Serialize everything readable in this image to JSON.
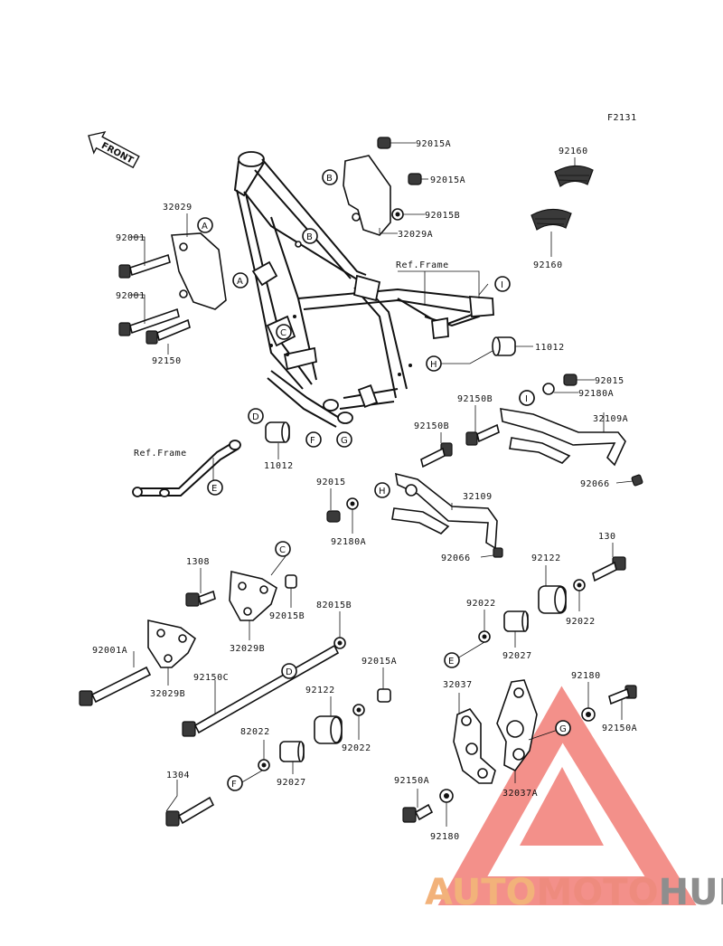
{
  "figure_code": "F2131",
  "front_label": "FRONT",
  "ref_frame_labels": [
    "Ref.Frame",
    "Ref.Frame"
  ],
  "part_labels": {
    "p92015A_1": "92015A",
    "p92015A_2": "92015A",
    "p92015B_1": "92015B",
    "p32029A": "32029A",
    "p92160_1": "92160",
    "p92160_2": "92160",
    "p32029": "32029",
    "p92001_1": "92001",
    "p92001_2": "92001",
    "p92150": "92150",
    "p11012_1": "11012",
    "p11012_2": "11012",
    "p92015_1": "92015",
    "p92180A_1": "92180A",
    "p92150B_1": "92150B",
    "p32109A": "32109A",
    "p92150B_2": "92150B",
    "p82066_1": "92066",
    "p92015_2": "92015",
    "p92180A_2": "92180A",
    "p32109": "32109",
    "p92066_2": "92066",
    "p130": "130",
    "p92122_1": "92122",
    "p1308": "1308",
    "p92015B_2": "92015B",
    "p32029B_1": "32029B",
    "p82015B": "82015B",
    "p92022_1": "92022",
    "p92022_2": "92022",
    "p92001A": "92001A",
    "p32029B_2": "32029B",
    "p92027_1": "92027",
    "p92150C": "92150C",
    "p92015A_3": "92015A",
    "p32037": "32037",
    "p92180": "92180",
    "p92122_2": "92122",
    "p92150A_1": "92150A",
    "p82022": "82022",
    "p92022_3": "92022",
    "p1304": "1304",
    "p92027_2": "92027",
    "p32037A": "32037A",
    "p92150A_2": "92150A",
    "p92180_2": "92180"
  },
  "callout_letters": [
    "A",
    "B",
    "C",
    "D",
    "E",
    "F",
    "G",
    "H",
    "I"
  ],
  "watermark": {
    "part1": "AUTO",
    "part2": "MOTO",
    "part3": "HUB",
    "colors": {
      "auto": "#f2b27a",
      "moto": "#ee8b7e",
      "hub": "#8e8e8e",
      "triangle": "#ef6b64"
    }
  }
}
